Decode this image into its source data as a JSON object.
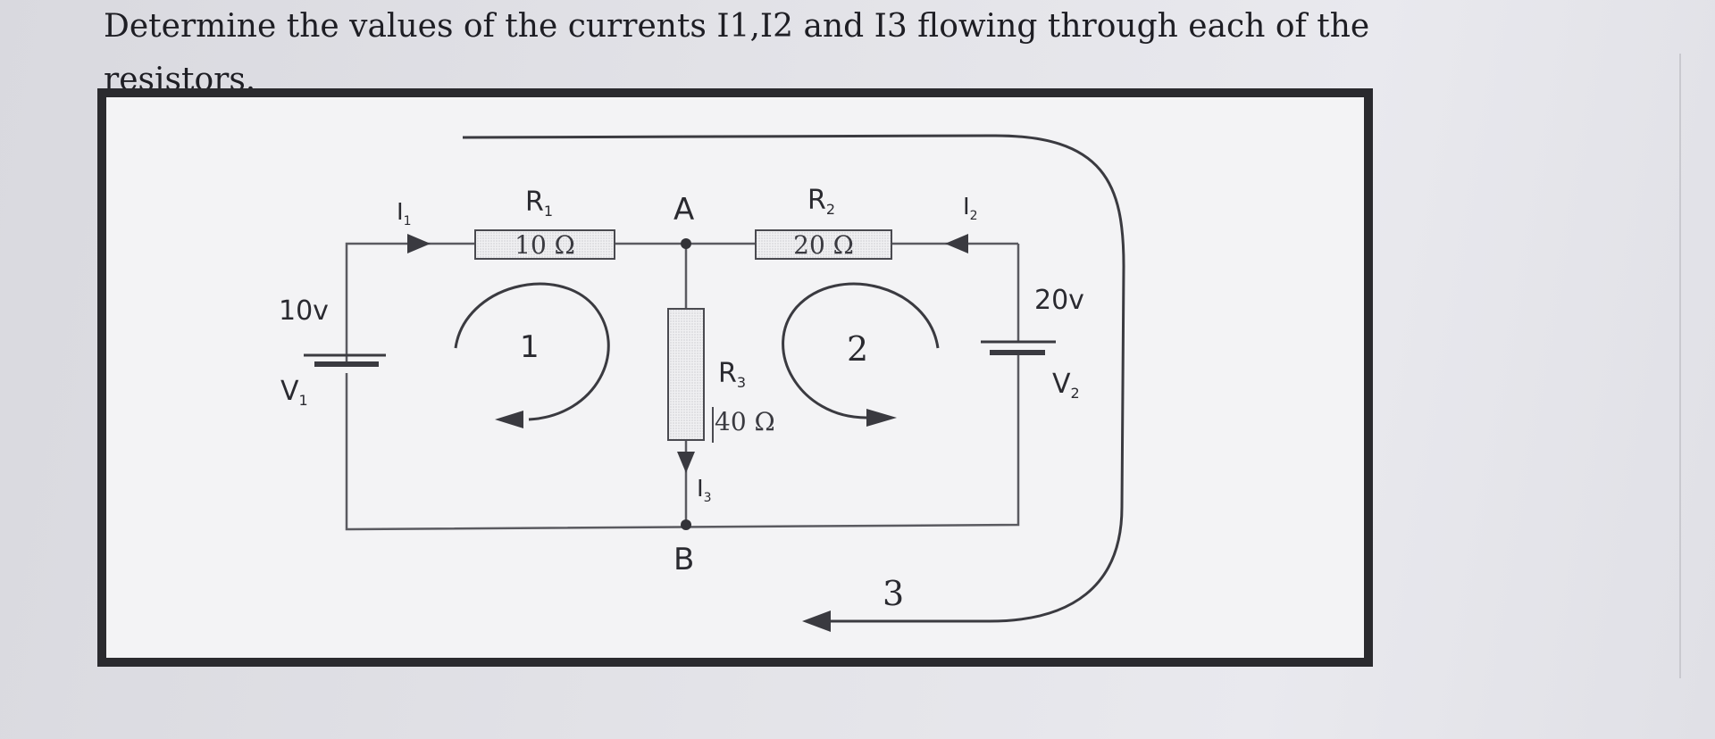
{
  "question": {
    "line1": "Determine the values of the currents I1,I2 and I3  flowing through each of the",
    "line2": "resistors."
  },
  "circuit": {
    "r1": {
      "name": "R",
      "sub": "1",
      "value": "10 Ω"
    },
    "r2": {
      "name": "R",
      "sub": "2",
      "value": "20 Ω"
    },
    "r3": {
      "name": "R",
      "sub": "3",
      "value": "40 Ω"
    },
    "v1": {
      "voltage": "10v",
      "name": "V",
      "sub": "1"
    },
    "v2": {
      "voltage": "20v",
      "name": "V",
      "sub": "2"
    },
    "i1": {
      "name": "I",
      "sub": "1"
    },
    "i2": {
      "name": "I",
      "sub": "2"
    },
    "i3": {
      "name": "I",
      "sub": "3"
    },
    "node_a": "A",
    "node_b": "B",
    "loop1": "1",
    "loop2": "2",
    "loop3": "3"
  },
  "colors": {
    "frame": "#2a2a2e",
    "wire": "#5a5a60",
    "text": "#2a2a30",
    "paper": "#f4f4f6"
  }
}
